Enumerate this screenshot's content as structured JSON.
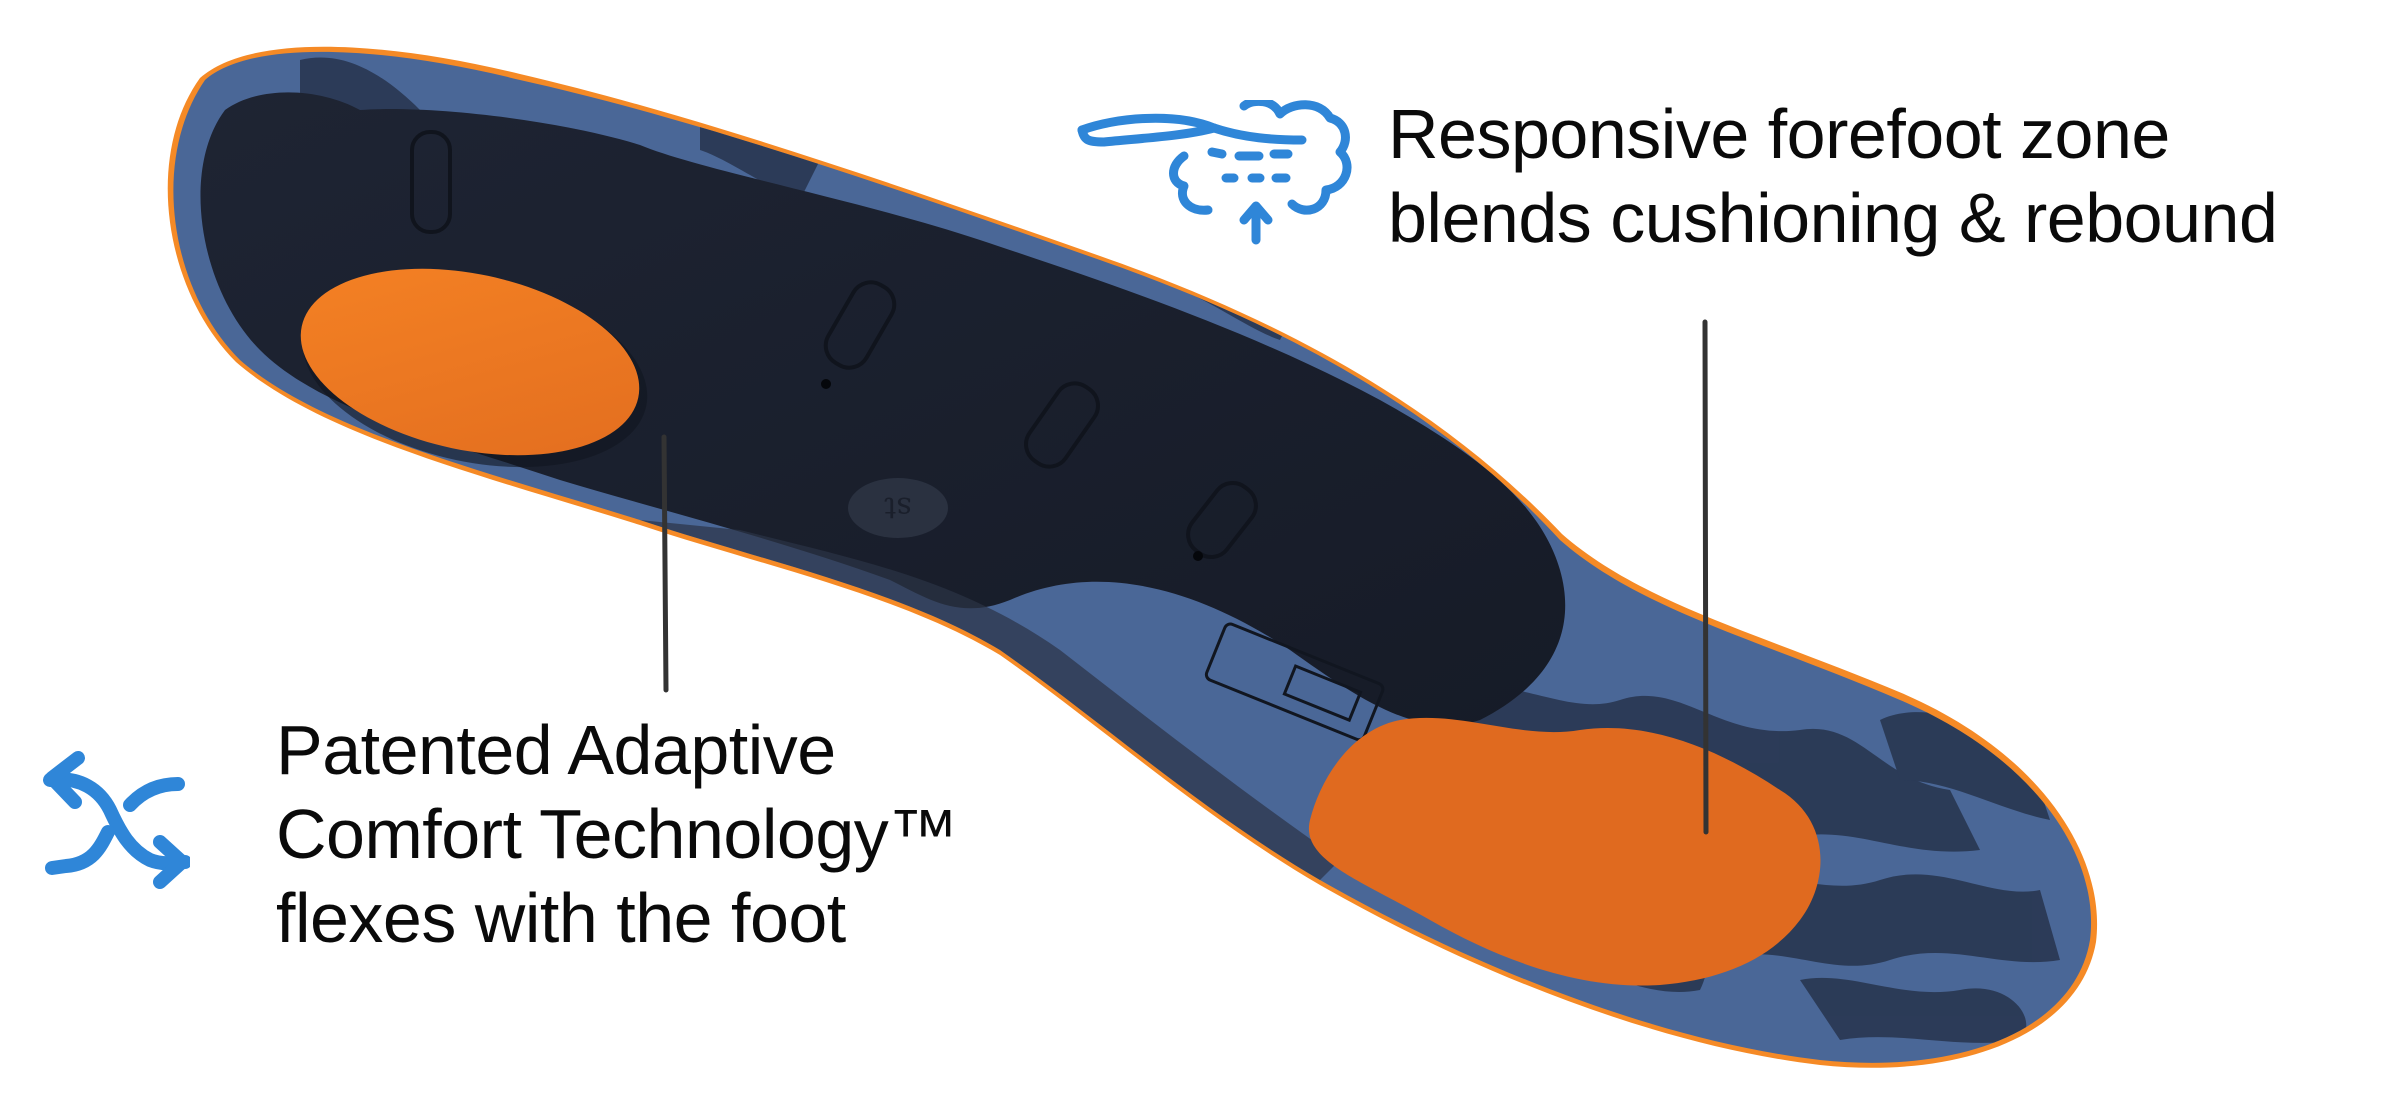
{
  "product": {
    "name": "insole",
    "view": "bottom-side view",
    "colors": {
      "shell": "#1b2130",
      "camo_light": "#4a6797",
      "camo_dark": "#2a3954",
      "pad_orange": "#e76f22",
      "rim_orange": "#f58a26",
      "icon_blue": "#2f86d8",
      "leader_line": "#333333",
      "text": "#0a0a0a"
    }
  },
  "callouts": [
    {
      "id": "forefoot",
      "icon": "cushion-rebound-icon",
      "lines": [
        "Responsive forefoot zone",
        "blends cushioning & rebound"
      ]
    },
    {
      "id": "adaptive-comfort",
      "icon": "flex-arrows-icon",
      "lines": [
        "Patented Adaptive",
        "Comfort Technology™",
        "flexes with the foot"
      ]
    }
  ]
}
